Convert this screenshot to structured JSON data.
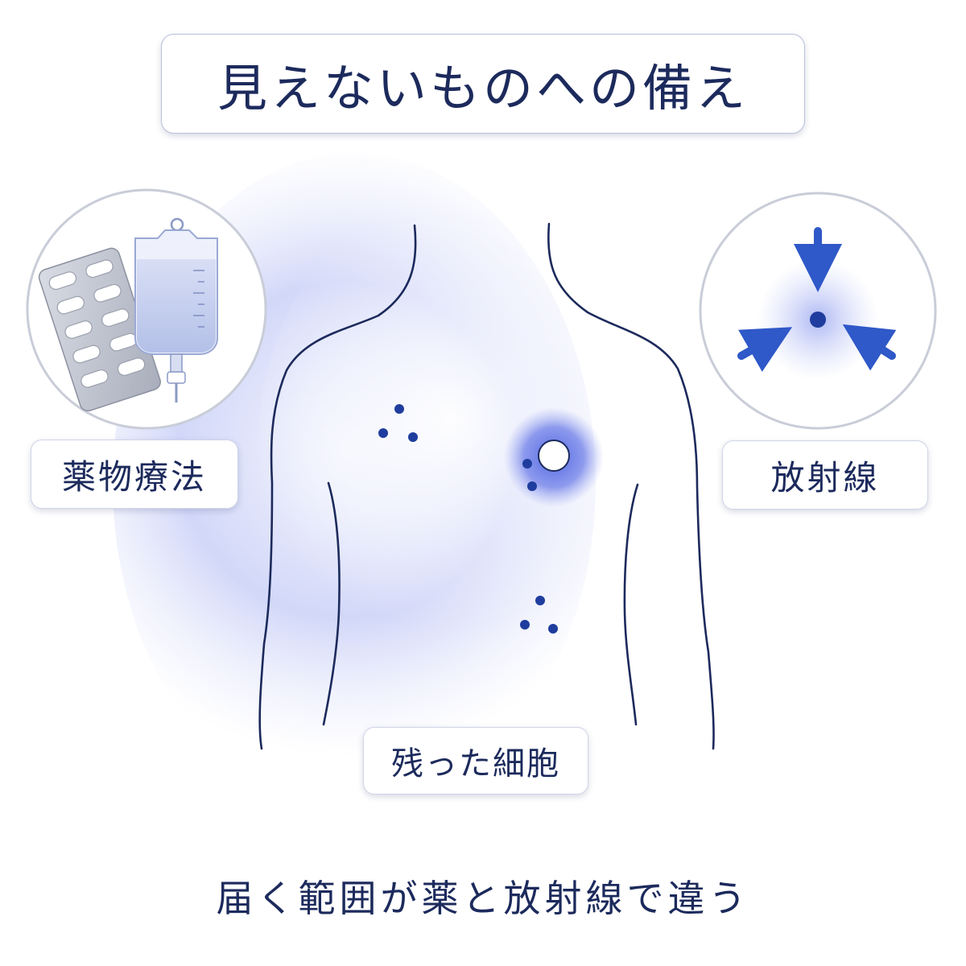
{
  "title": "見えないものへの備え",
  "labels": {
    "drug_therapy": "薬物療法",
    "radiation": "放射線",
    "remaining_cells": "残った細胞"
  },
  "caption": "届く範囲が薬と放射線で違う",
  "colors": {
    "text": "#1c2a5c",
    "outline": "#1c2a5c",
    "dot": "#1f3d9e",
    "glow": "#8c9cf0",
    "arrow": "#2f58c8"
  },
  "icons": {
    "drug": "pill-pack-and-iv-bag-icon",
    "radiation": "converging-arrows-icon"
  }
}
